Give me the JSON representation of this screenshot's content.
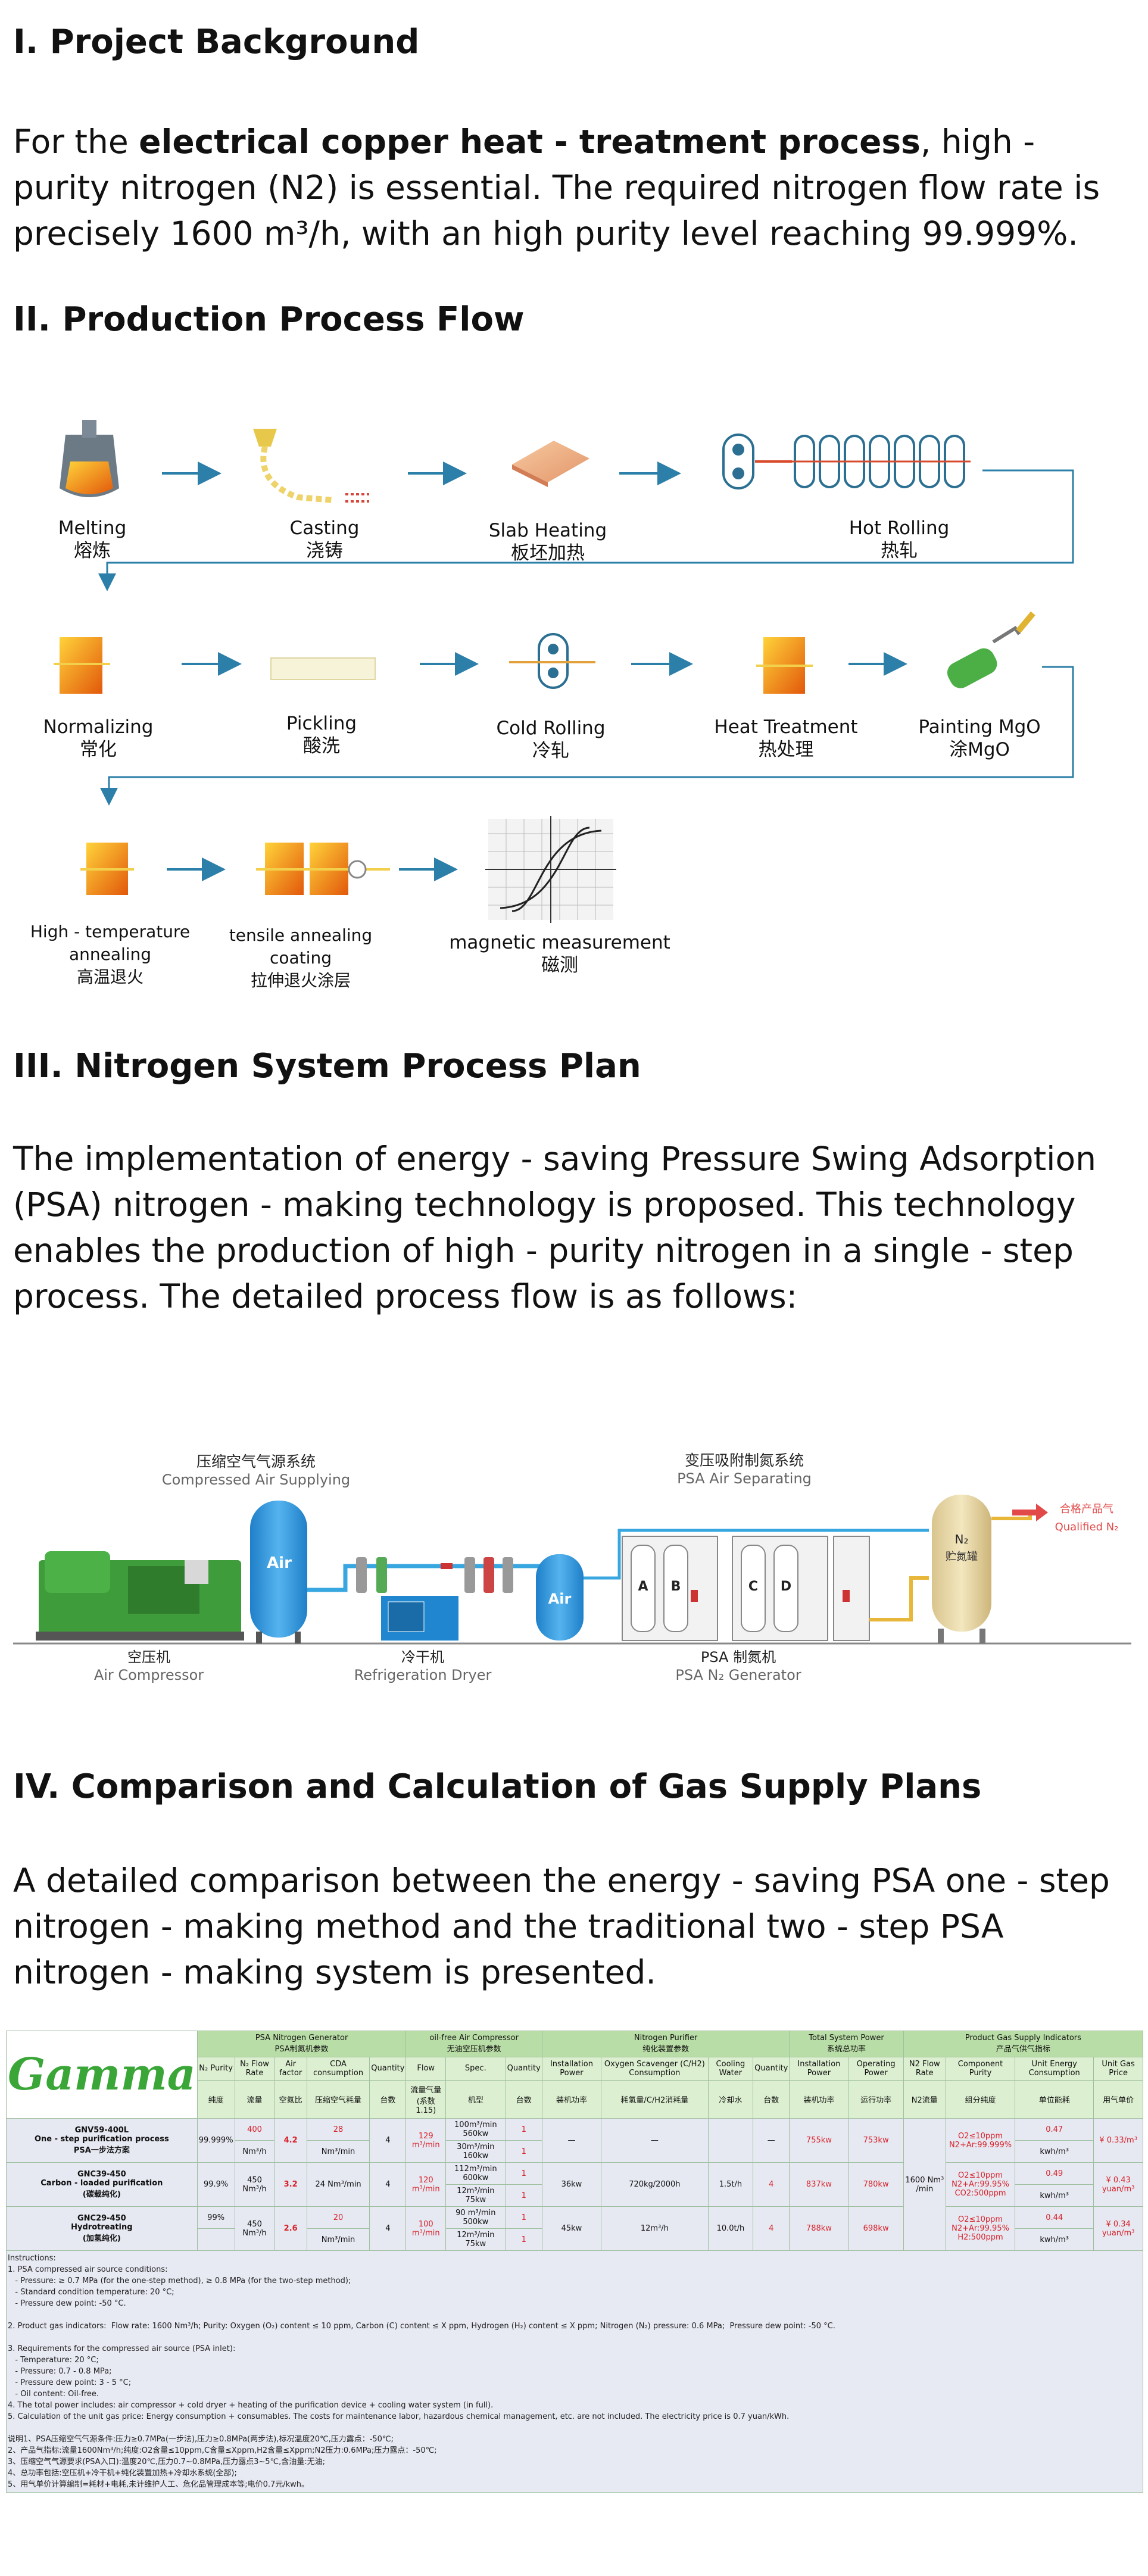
{
  "s1": {
    "title": "I. Project Background",
    "p_a": "For the ",
    "p_bold": "electrical copper heat - treatment process",
    "p_b": ", high - purity nitrogen (N2) is essential. The required nitrogen flow rate is precisely 1600 m³/h, with an high purity level reaching 99.999%."
  },
  "s2": {
    "title": "II. Production Process Flow",
    "steps": [
      {
        "en": "Melting",
        "zh": "熔炼"
      },
      {
        "en": "Casting",
        "zh": "浇铸"
      },
      {
        "en": "Slab Heating",
        "zh": "板坯加热"
      },
      {
        "en": "Hot Rolling",
        "zh": "热轧"
      },
      {
        "en": "Normalizing",
        "zh": "常化"
      },
      {
        "en": "Pickling",
        "zh": "酸洗"
      },
      {
        "en": "Cold Rolling",
        "zh": "冷轧"
      },
      {
        "en": "Heat Treatment",
        "zh": "热处理"
      },
      {
        "en": "Painting MgO",
        "zh": "涂MgO"
      },
      {
        "en": "High - temperature annealing",
        "zh": "高温退火"
      },
      {
        "en": "tensile annealing coating",
        "zh": "拉伸退火涂层"
      },
      {
        "en": "magnetic measurement",
        "zh": "磁测"
      }
    ]
  },
  "s3": {
    "title": "III. Nitrogen System Process Plan",
    "para": "The implementation of energy - saving Pressure Swing Adsorption (PSA) nitrogen - making technology is proposed. This technology enables the production of high - purity nitrogen in a single - step process. The detailed process flow is as follows:",
    "diagram": {
      "group1_zh": "压缩空气气源系统",
      "group1_en": "Compressed Air Supplying",
      "group2_zh": "变压吸附制氮系统",
      "group2_en": "PSA Air Separating",
      "compressor_zh": "空压机",
      "compressor_en": "Air Compressor",
      "dryer_zh": "冷干机",
      "dryer_en": "Refrigeration Dryer",
      "gen_zh": "PSA 制氮机",
      "gen_en": "PSA N₂ Generator",
      "tank_label": "Air",
      "tank2_label": "Air",
      "n2_tank": "N₂",
      "n2_tank_zh": "贮氮罐",
      "product_zh": "合格产品气",
      "product_en": "Qualified N₂",
      "tower_a": "A",
      "tower_b": "B",
      "tower_c": "C",
      "tower_d": "D"
    }
  },
  "s4": {
    "title": "IV. Comparison and Calculation of Gas Supply Plans",
    "para": "A detailed comparison between the energy - saving PSA one - step nitrogen - making method and the traditional two - step PSA nitrogen - making system is presented."
  },
  "table": {
    "logo": "Gamma",
    "groups": [
      {
        "en": "PSA Nitrogen Generator",
        "zh": "PSA制氮机参数"
      },
      {
        "en": "oil-free Air Compressor",
        "zh": "无油空压机参数"
      },
      {
        "en": "Nitrogen Purifier",
        "zh": "纯化装置参数"
      },
      {
        "en": "Total System Power",
        "zh": "系统总功率"
      },
      {
        "en": "Product Gas Supply Indicators",
        "zh": "产品气供气指标"
      }
    ],
    "headers": [
      "N₂ Purity",
      "N₂ Flow Rate",
      "Air factor",
      "CDA consumption",
      "Quantity",
      "Flow",
      "Spec.",
      "Quantity",
      "Installation Power",
      "Oxygen Scavenger (C/H2) Consumption",
      "Cooling Water",
      "Quantity",
      "Installation Power",
      "Operating Power",
      "N2 Flow Rate",
      "Component Purity",
      "Unit Energy Consumption",
      "Unit Gas Price"
    ],
    "headers_zh": [
      "纯度",
      "流量",
      "空氮比",
      "压缩空气耗量",
      "台数",
      "流量气量",
      "(系数1.15)",
      "机型",
      "台数",
      "装机功率",
      "耗氢量/C/H2消耗量",
      "冷却水",
      "台数",
      "装机功率",
      "运行功率",
      "N2流量",
      "组分纯度",
      "单位能耗",
      "用气单价"
    ],
    "rows": [
      {
        "name": "GNV59-400L",
        "desc": "One - step purification process",
        "desc_zh": "PSA一步法方案",
        "purity": "99.999%",
        "flow": "400",
        "flow_unit": "Nm³/h",
        "factor": "4.2",
        "cda": "28",
        "cda_unit": "Nm³/min",
        "qty": "4",
        "air_flow": "129 m³/min",
        "spec1": "100m³/min 560kw",
        "spec1_qty": "1",
        "spec2": "30m³/min 160kw",
        "spec2_qty": "1",
        "pur_power": "—",
        "pur_cons": "—",
        "pur_water": "",
        "pur_qty": "—",
        "inst_power": "755kw",
        "op_power": "753kw",
        "comp": "O2≤10ppm",
        "comp2": "N2+Ar:99.999%",
        "energy": "0.47",
        "energy_unit": "kwh/m³",
        "price": "¥ 0.33/m³"
      },
      {
        "name": "GNC39-450",
        "desc": "Carbon - loaded purification",
        "desc_zh": "(碳载纯化)",
        "purity": "99.9%",
        "flow": "450 Nm³/h",
        "flow_unit": "",
        "factor": "3.2",
        "cda": "24 Nm³/min",
        "cda_unit": "",
        "qty": "4",
        "air_flow": "120 m³/min",
        "spec1": "112m³/min 600kw",
        "spec1_qty": "1",
        "spec2": "12m³/min 75kw",
        "spec2_qty": "1",
        "pur_power": "36kw",
        "pur_cons": "720kg/2000h",
        "pur_water": "1.5t/h",
        "pur_qty": "4",
        "inst_power": "837kw",
        "op_power": "780kw",
        "comp": "O2≤10ppm",
        "comp2": "N2+Ar:99.95%",
        "comp3": "CO2:500ppm",
        "energy": "0.49",
        "energy_unit": "kwh/m³",
        "price": "¥ 0.43 yuan/m³"
      },
      {
        "name": "GNC29-450",
        "desc": "Hydrotreating",
        "desc_zh": "(加氢纯化)",
        "purity": "99%",
        "flow": "450 Nm³/h",
        "flow_unit": "",
        "factor": "2.6",
        "cda": "20",
        "cda_unit": "Nm³/min",
        "qty": "4",
        "air_flow": "100 m³/min",
        "spec1": "90 m³/min 500kw",
        "spec1_qty": "1",
        "spec2": "12m³/min 75kw",
        "spec2_qty": "1",
        "pur_power": "45kw",
        "pur_cons": "12m³/h",
        "pur_water": "10.0t/h",
        "pur_qty": "4",
        "inst_power": "788kw",
        "op_power": "698kw",
        "comp": "O2≤10ppm",
        "comp2": "N2+Ar:99.95%",
        "comp3": "H2:500ppm",
        "energy": "0.44",
        "energy_unit": "kwh/m³",
        "price": "¥ 0.34 yuan/m³"
      }
    ],
    "n2_flow_total": "1600 Nm³ /min",
    "notes": [
      "Instructions:",
      "1. PSA compressed air source conditions:",
      "   - Pressure: ≥ 0.7 MPa (for the one-step method), ≥ 0.8 MPa (for the two-step method);",
      "   - Standard condition temperature: 20 °C;",
      "   - Pressure dew point: -50 °C.",
      "",
      "2. Product gas indicators:  Flow rate: 1600 Nm³/h; Purity: Oxygen (O₂) content ≤ 10 ppm, Carbon (C) content ≤ X ppm, Hydrogen (H₂) content ≤ X ppm; Nitrogen (N₂) pressure: 0.6 MPa;  Pressure dew point: -50 °C.",
      "",
      "3. Requirements for the compressed air source (PSA inlet):",
      "   - Temperature: 20 °C;",
      "   - Pressure: 0.7 - 0.8 MPa;",
      "   - Pressure dew point: 3 - 5 °C;",
      "   - Oil content: Oil-free.",
      "4. The total power includes: air compressor + cold dryer + heating of the purification device + cooling water system (in full).",
      "5. Calculation of the unit gas price: Energy consumption + consumables. The costs for maintenance labor, hazardous chemical management, etc. are not included. The electricity price is 0.7 yuan/kWh.",
      "",
      "说明1、PSA压缩空气气源条件:压力≥0.7MPa(一步法),压力≥0.8MPa(两步法),标况温度20℃,压力露点：-50℃;",
      "2、产品气指标:流量1600Nm³/h;纯度:O2含量≤10ppm,C含量≤Xppm,H2含量≤Xppm;N2压力:0.6MPa;压力露点：-50℃;",
      "3、压缩空气气源要求(PSA入口):温度20℃,压力0.7~0.8MPa,压力露点3~5℃,含油量:无油;",
      "4、总功率包括:空压机+冷干机+纯化装置加热+冷却水系统(全部);",
      "5、用气单价计算编制=耗材+电耗,未计维护人工、危化品管理成本等;电价0.7元/kwh。"
    ]
  },
  "colors": {
    "arrow": "#2b7fa8",
    "green_header": "#b9dda6",
    "red": "#d8232a",
    "notes_bg": "#e7e9f3"
  }
}
